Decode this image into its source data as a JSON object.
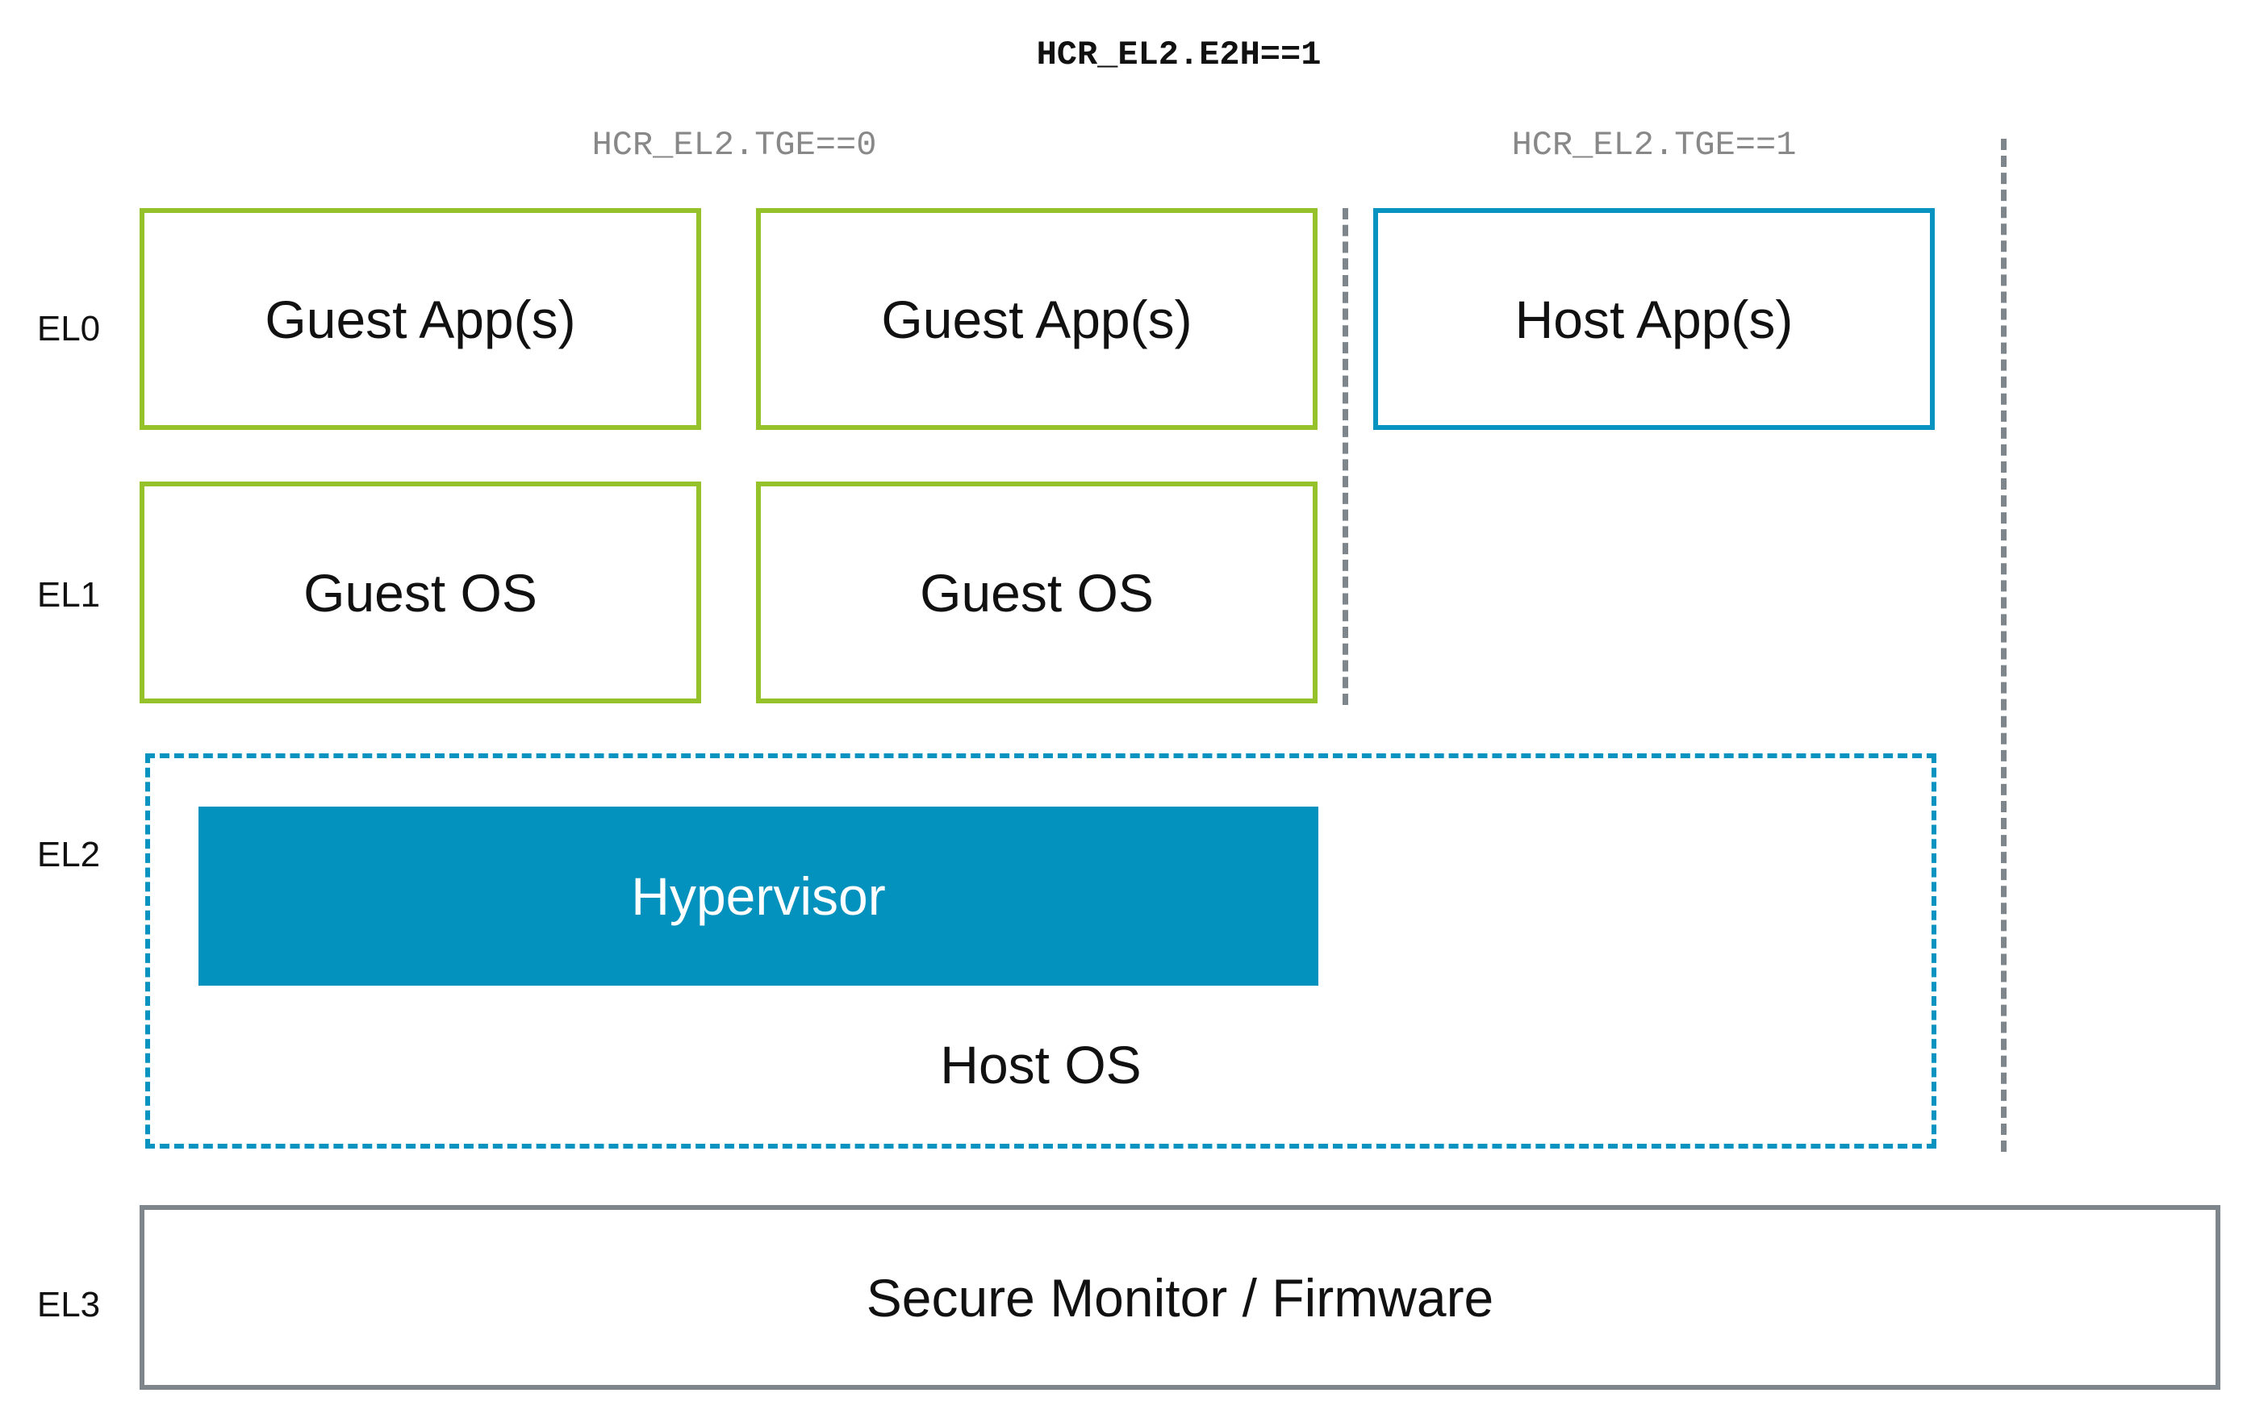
{
  "diagram": {
    "title": "HCR_EL2.E2H==1",
    "tge0_label": "HCR_EL2.TGE==0",
    "tge1_label": "HCR_EL2.TGE==1",
    "levels": [
      "EL0",
      "EL1",
      "EL2",
      "EL3"
    ],
    "el0": {
      "guest_app_1": "Guest App(s)",
      "guest_app_2": "Guest App(s)",
      "host_app": "Host App(s)"
    },
    "el1": {
      "guest_os_1": "Guest OS",
      "guest_os_2": "Guest OS"
    },
    "el2": {
      "hypervisor": "Hypervisor",
      "host_os": "Host OS"
    },
    "el3": {
      "firmware": "Secure Monitor / Firmware"
    },
    "colors": {
      "guest_border": "#95c12b",
      "host_border": "#0893c0",
      "hypervisor_fill": "#0391bd",
      "firmware_border": "#7e868c",
      "divider": "#7e868c",
      "subhead_text": "#888888"
    }
  }
}
